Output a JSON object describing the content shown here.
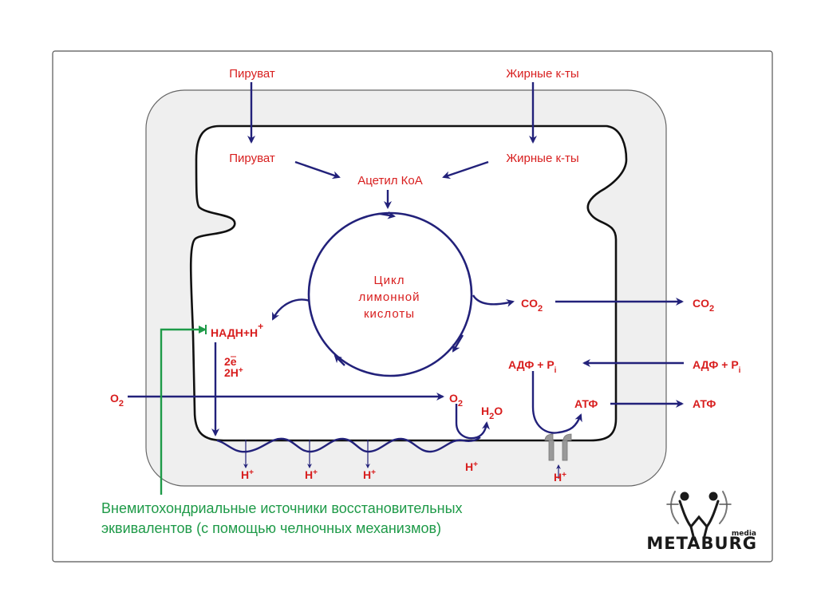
{
  "diagram": {
    "title": "Mitochondrial energy metabolism",
    "colors": {
      "label": "#d81e1e",
      "arrow": "#22217a",
      "shuttle": "#1e9a48",
      "membrane": "#111111",
      "intermembrane_fill": "#efefef"
    },
    "labels": {
      "pyruvate_outside": "Пируват",
      "fatty_acids_outside": "Жирные к-ты",
      "pyruvate_inside": "Пируват",
      "fatty_acids_inside": "Жирные к-ты",
      "acetyl_coa": "Ацетил КоА",
      "cycle_line1": "Цикл",
      "cycle_line2": "лимонной",
      "cycle_line3": "кислоты",
      "nadh": "НАДН+Н",
      "nadh_sup": "+",
      "electrons": "2e",
      "protons": "2H",
      "protons_sup": "+",
      "o2_outside": "O",
      "o2_outside_sub": "2",
      "o2_inside": "O",
      "o2_inside_sub": "2",
      "h2o_h": "H",
      "h2o_sub": "2",
      "h2o_o": "O",
      "co2_inside": "CO",
      "co2_inside_sub": "2",
      "co2_outside": "CO",
      "co2_outside_sub": "2",
      "adp_inside": "АДФ + P",
      "adp_inside_sub": "i",
      "adp_outside": "АДФ + P",
      "adp_outside_sub": "i",
      "atp_inside": "АТФ",
      "atp_outside": "АТФ",
      "h_plus": "H",
      "h_plus_sup": "+"
    },
    "footnote_line1": "Внемитохондриальные источники восстановительных",
    "footnote_line2": "эквивалентов (с помощью челночных механизмов)"
  },
  "logo": {
    "brand": "METABURG",
    "sub": "media"
  }
}
